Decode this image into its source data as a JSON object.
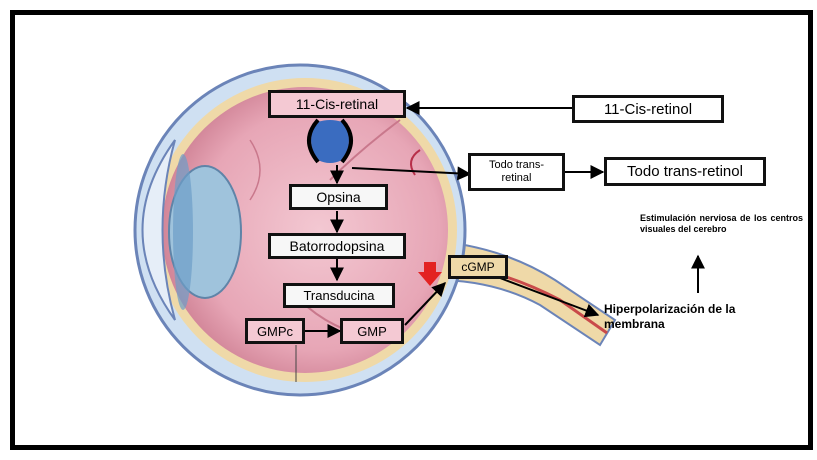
{
  "diagram": {
    "boxes": {
      "cis_retinal": "11-Cis-retinal",
      "cis_retinol": "11-Cis-retinol",
      "opsina": "Opsina",
      "batorrodopsina": "Batorrodopsina",
      "transducina": "Transducina",
      "gmpc": "GMPc",
      "gmp": "GMP",
      "cgmp": "cGMP",
      "todo_trans_retinal": "Todo trans-retinal",
      "todo_trans_retinol": "Todo trans-retinol"
    },
    "labels": {
      "estimulacion": "Estimulación nerviosa de los centros visuales del cerebro",
      "hiperpolarizacion": "Hiperpolarización de la membrana"
    },
    "colors": {
      "sclera": "#cfe0f2",
      "eyeball_interior": "#e7a6b6",
      "retina_band": "#efd9a8",
      "lens": "#9fc3dc",
      "rhodopsin_blob": "#3a6cc0",
      "red_arrow": "#e32222"
    }
  }
}
